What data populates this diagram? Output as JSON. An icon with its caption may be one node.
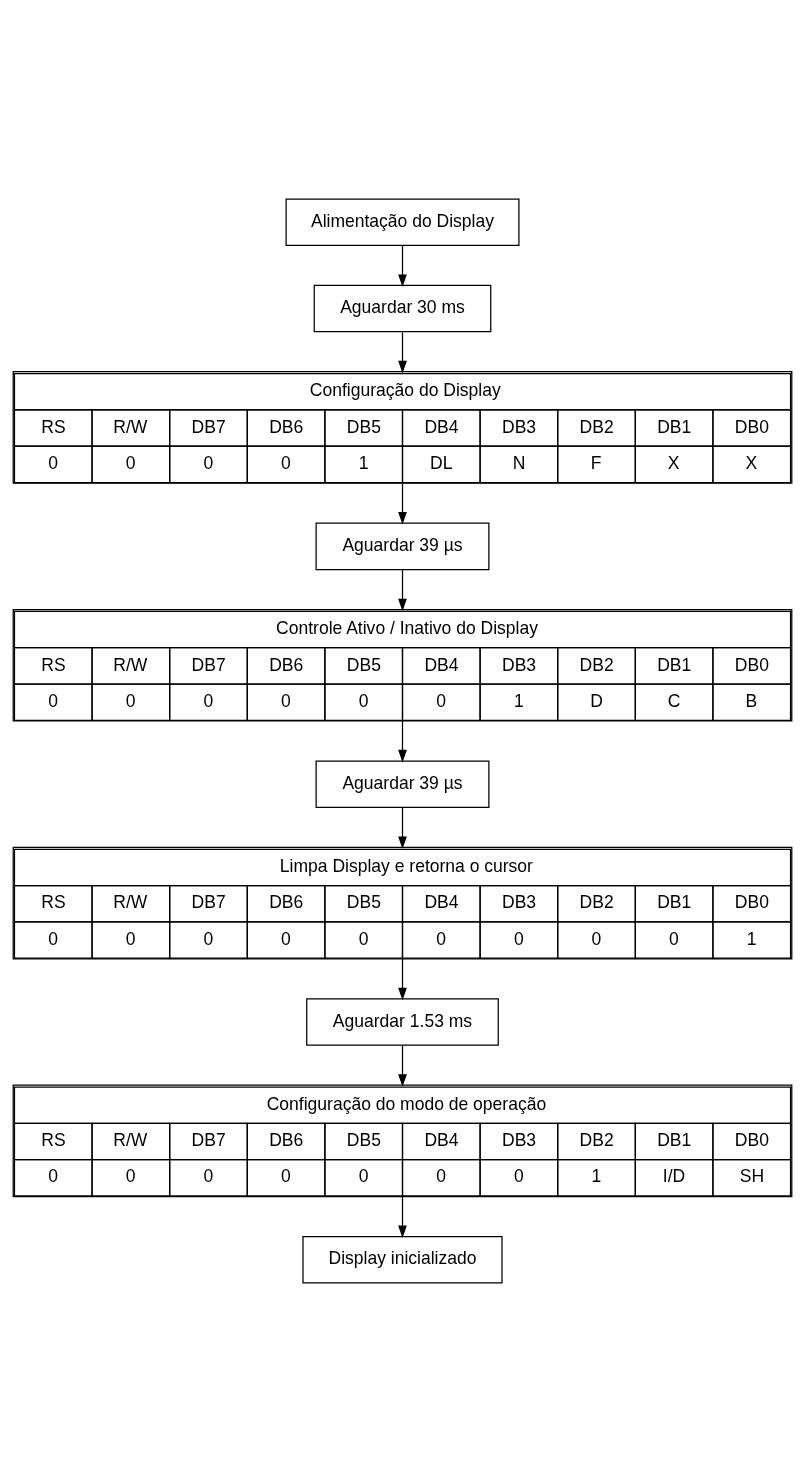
{
  "diagram": {
    "nodes": [
      {
        "text": [
          "Alimentação do Display"
        ]
      },
      {
        "text": [
          "Aguardar 30 ms"
        ]
      },
      {
        "text": [
          "Configuração do Display",
          "RS",
          "R/W",
          "DB7",
          "DB6",
          "DB5",
          "DB4",
          "DB3",
          "DB2",
          "DB1",
          "DB0",
          "0",
          "0",
          "0",
          "0",
          "1",
          "DL",
          "N",
          "F",
          "X",
          "X"
        ]
      },
      {
        "text": [
          "Aguardar 39 µs"
        ]
      },
      {
        "text": [
          "Controle Ativo / Inativo do Display",
          "RS",
          "R/W",
          "DB7",
          "DB6",
          "DB5",
          "DB4",
          "DB3",
          "DB2",
          "DB1",
          "DB0",
          "0",
          "0",
          "0",
          "0",
          "0",
          "0",
          "1",
          "D",
          "C",
          "B"
        ]
      },
      {
        "text": [
          "Aguardar 39 µs"
        ]
      },
      {
        "text": [
          "Limpa Display e retorna o cursor",
          "RS",
          "R/W",
          "DB7",
          "DB6",
          "DB5",
          "DB4",
          "DB3",
          "DB2",
          "DB1",
          "DB0",
          "0",
          "0",
          "0",
          "0",
          "0",
          "0",
          "0",
          "0",
          "0",
          "1"
        ]
      },
      {
        "text": [
          "Aguardar 1.53 ms"
        ]
      },
      {
        "text": [
          "Configuração do modo de operação",
          "RS",
          "R/W",
          "DB7",
          "DB6",
          "DB5",
          "DB4",
          "DB3",
          "DB2",
          "DB1",
          "DB0",
          "0",
          "0",
          "0",
          "0",
          "0",
          "0",
          "0",
          "1",
          "I/D",
          "SH"
        ]
      },
      {
        "text": [
          "Display inicializado"
        ]
      }
    ],
    "edges": [
      {
        "from": 0,
        "to": 1,
        "arrow": "to"
      },
      {
        "from": 1,
        "to": 2,
        "arrow": "to"
      },
      {
        "from": 2,
        "to": 3,
        "arrow": "to"
      },
      {
        "from": 3,
        "to": 4,
        "arrow": "to"
      },
      {
        "from": 4,
        "to": 5,
        "arrow": "to"
      },
      {
        "from": 5,
        "to": 6,
        "arrow": "to"
      },
      {
        "from": 6,
        "to": 7,
        "arrow": "to"
      },
      {
        "from": 7,
        "to": 8,
        "arrow": "to"
      },
      {
        "from": 8,
        "to": 9,
        "arrow": "to"
      }
    ]
  }
}
